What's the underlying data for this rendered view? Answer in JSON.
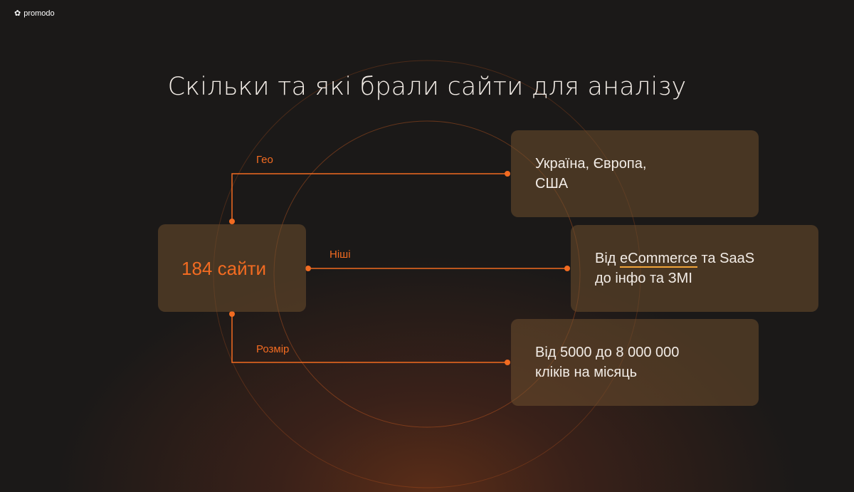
{
  "logo": "promodo",
  "title": "Скільки та які брали сайти для аналізу",
  "main_box": "184 сайти",
  "branches": [
    {
      "label": "Гео",
      "text_line1": "Україна, Європа,",
      "text_line2": "США"
    },
    {
      "label": "Ніші",
      "text_pre": "Від ",
      "text_highlight": "eCommerce",
      "text_post": " та SaaS",
      "text_line2": "до інфо та ЗМІ"
    },
    {
      "label": "Розмір",
      "text_line1": "Від 5000 до 8 000 000",
      "text_line2": "кліків на місяць"
    }
  ],
  "colors": {
    "accent": "#f26b21",
    "underline": "#f0a53a",
    "background": "#1b1918"
  }
}
